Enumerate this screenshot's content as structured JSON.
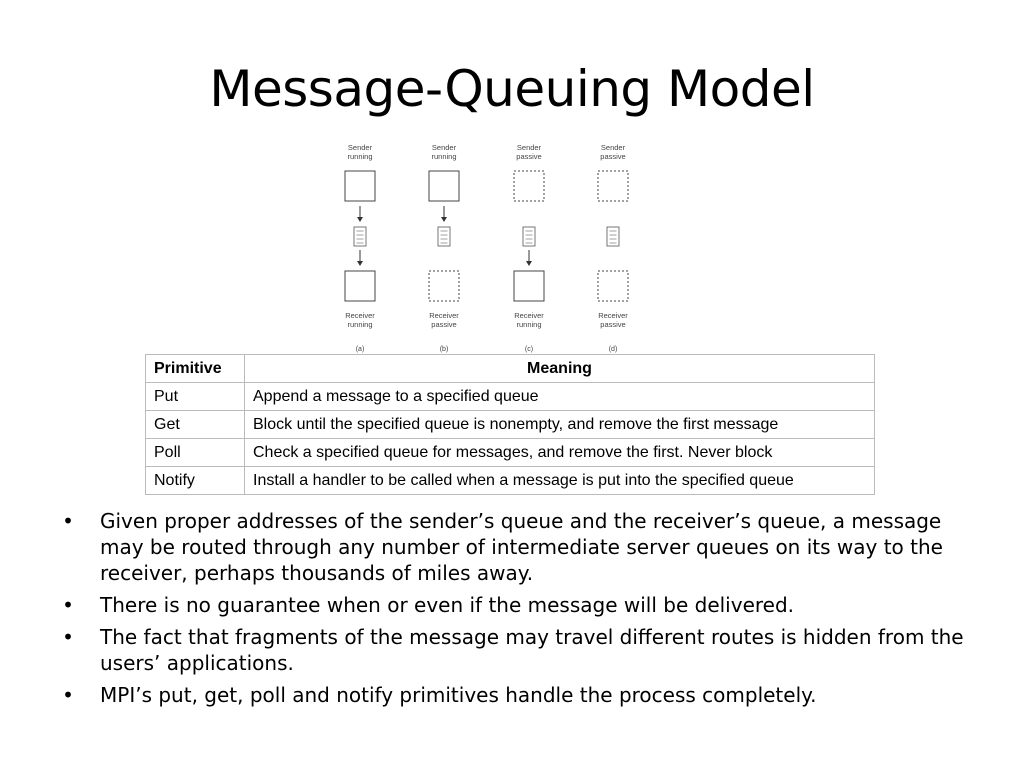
{
  "slide": {
    "title": "Message-Queuing Model"
  },
  "diagram": {
    "columns": [
      {
        "sender_line1": "Sender",
        "sender_line2": "running",
        "receiver_line1": "Receiver",
        "receiver_line2": "running",
        "label": "(a)",
        "sender_solid": true,
        "receiver_solid": true,
        "arrow_in": true,
        "arrow_out": true
      },
      {
        "sender_line1": "Sender",
        "sender_line2": "running",
        "receiver_line1": "Receiver",
        "receiver_line2": "passive",
        "label": "(b)",
        "sender_solid": true,
        "receiver_solid": false,
        "arrow_in": true,
        "arrow_out": false
      },
      {
        "sender_line1": "Sender",
        "sender_line2": "passive",
        "receiver_line1": "Receiver",
        "receiver_line2": "running",
        "label": "(c)",
        "sender_solid": false,
        "receiver_solid": true,
        "arrow_in": false,
        "arrow_out": true
      },
      {
        "sender_line1": "Sender",
        "sender_line2": "passive",
        "receiver_line1": "Receiver",
        "receiver_line2": "passive",
        "label": "(d)",
        "sender_solid": false,
        "receiver_solid": false,
        "arrow_in": false,
        "arrow_out": false
      }
    ]
  },
  "table": {
    "header": {
      "primitive": "Primitive",
      "meaning": "Meaning"
    },
    "rows": [
      {
        "primitive": "Put",
        "meaning": "Append a message to a specified queue"
      },
      {
        "primitive": "Get",
        "meaning": "Block until the specified queue is nonempty, and remove the first message"
      },
      {
        "primitive": "Poll",
        "meaning": "Check a specified queue for messages, and remove the first. Never block"
      },
      {
        "primitive": "Notify",
        "meaning": "Install a handler to be called when a message is put into the specified queue"
      }
    ]
  },
  "bullets": [
    "Given proper addresses of the sender’s queue and the receiver’s queue, a message may be routed through any number of intermediate server queues on its way to the receiver, perhaps thousands of miles away.",
    "There is no guarantee when or even if  the message will be delivered.",
    "The fact that fragments of the message may travel different routes is hidden from the users’ applications.",
    "MPI’s put, get, poll and notify primitives handle the process completely."
  ],
  "bullet_symbol": "•"
}
